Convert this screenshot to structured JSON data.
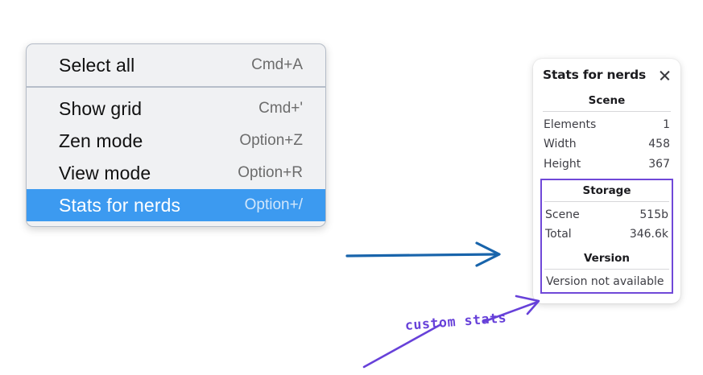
{
  "context_menu": {
    "groups": [
      {
        "items": [
          {
            "label": "Select all",
            "shortcut": "Cmd+A",
            "selected": false
          }
        ]
      },
      {
        "items": [
          {
            "label": "Show grid",
            "shortcut": "Cmd+'",
            "selected": false
          },
          {
            "label": "Zen mode",
            "shortcut": "Option+Z",
            "selected": false
          },
          {
            "label": "View mode",
            "shortcut": "Option+R",
            "selected": false
          },
          {
            "label": "Stats for nerds",
            "shortcut": "Option+/",
            "selected": true
          }
        ]
      }
    ]
  },
  "stats_panel": {
    "title": "Stats for nerds",
    "close_icon": "close-icon",
    "scene": {
      "heading": "Scene",
      "rows": [
        {
          "key": "Elements",
          "value": "1"
        },
        {
          "key": "Width",
          "value": "458"
        },
        {
          "key": "Height",
          "value": "367"
        }
      ]
    },
    "storage": {
      "heading": "Storage",
      "rows": [
        {
          "key": "Scene",
          "value": "515b"
        },
        {
          "key": "Total",
          "value": "346.6k"
        }
      ]
    },
    "version": {
      "heading": "Version",
      "text": "Version not available"
    }
  },
  "annotations": {
    "custom_stats_label": "custom stats",
    "blue_arrow_color": "#1864ab",
    "purple_color": "#6741d9",
    "highlight_color": "#3c9af0"
  }
}
